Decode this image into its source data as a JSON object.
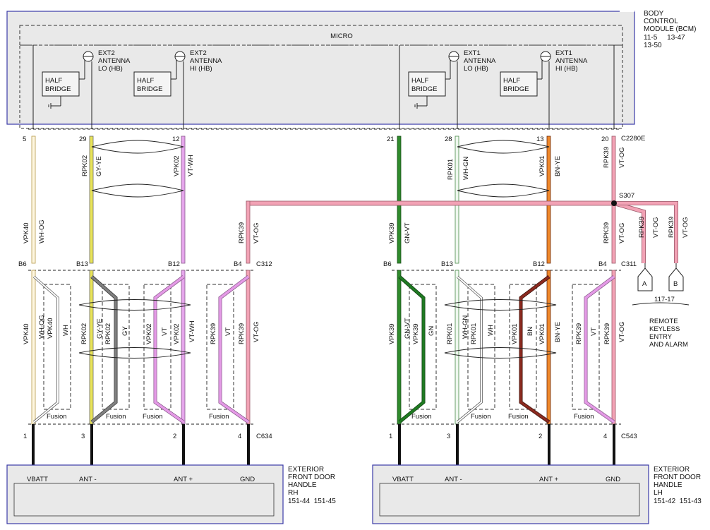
{
  "bcm": {
    "title_lines": [
      "BODY",
      "CONTROL",
      "MODULE (BCM)"
    ],
    "refs_line1": "11-5     13-47",
    "refs_line2": "13-50",
    "micro_label": "MICRO",
    "half_bridge_lines": [
      "HALF",
      "BRIDGE"
    ],
    "antennas": [
      {
        "lines": [
          "EXT2",
          "ANTENNA",
          "LO (HB)"
        ]
      },
      {
        "lines": [
          "EXT2",
          "ANTENNA",
          "HI (HB)"
        ]
      },
      {
        "lines": [
          "EXT1",
          "ANTENNA",
          "LO (HB)"
        ]
      },
      {
        "lines": [
          "EXT1",
          "ANTENNA",
          "HI (HB)"
        ]
      }
    ],
    "connector": "C2280E"
  },
  "pins_top": [
    "5",
    "29",
    "12",
    "21",
    "28",
    "13",
    "20"
  ],
  "wires_upper": [
    {
      "circuit": "VPK40",
      "color": "WH-OG"
    },
    {
      "circuit": "RPK02",
      "color": "GY-YE"
    },
    {
      "circuit": "VPK02",
      "color": "VT-WH"
    },
    {
      "circuit": "VPK39",
      "color": "GN-VT"
    },
    {
      "circuit": "RPK01",
      "color": "WH-GN"
    },
    {
      "circuit": "VPK01",
      "color": "BN-YE"
    },
    {
      "circuit": "RPK39",
      "color": "VT-OG"
    }
  ],
  "splice": {
    "name": "S307",
    "left_wire": {
      "circuit": "RPK39",
      "color": "VT-OG"
    },
    "below_wire": {
      "circuit": "RPK39",
      "color": "VT-OG"
    },
    "branch_a": {
      "circuit": "RPK39",
      "color": "VT-OG"
    },
    "branch_b": {
      "circuit": "RPK39",
      "color": "VT-OG"
    }
  },
  "remote_keyless": {
    "terminals": [
      "A",
      "B"
    ],
    "ref": "117-17",
    "lines": [
      "REMOTE",
      "KEYLESS",
      "ENTRY",
      "AND ALARM"
    ]
  },
  "connectors_mid": {
    "right_side": {
      "name": "C312",
      "pins": [
        "B6",
        "B13",
        "B12",
        "B4"
      ]
    },
    "left_side": {
      "name": "C311",
      "pins": [
        "B6",
        "B13",
        "B12",
        "B4"
      ]
    }
  },
  "fusion_groups": {
    "right_side": [
      {
        "outer": {
          "circuit": "VPK40",
          "color": "WH-OG"
        },
        "inner": {
          "circuit": "VPK40",
          "color": "WH"
        },
        "label": "Fusion"
      },
      {
        "outer": {
          "circuit": "RPK02",
          "color": "GY-YE"
        },
        "inner": {
          "circuit": "RPK02",
          "color": "GY"
        },
        "label": "Fusion"
      },
      {
        "outer": {
          "circuit": "VPK02",
          "color": "VT-WH"
        },
        "inner": {
          "circuit": "VPK02",
          "color": "VT"
        },
        "label": "Fusion"
      },
      {
        "outer": {
          "circuit": "RPK39",
          "color": "VT-OG"
        },
        "inner": {
          "circuit": "RPK39",
          "color": "VT"
        },
        "label": "Fusion"
      }
    ],
    "left_side": [
      {
        "outer": {
          "circuit": "VPK39",
          "color": "GN-VT"
        },
        "inner": {
          "circuit": "VPK39",
          "color": "GN"
        },
        "label": "Fusion"
      },
      {
        "outer": {
          "circuit": "RPK01",
          "color": "WH-GN"
        },
        "inner": {
          "circuit": "RPK01",
          "color": "WH"
        },
        "label": "Fusion"
      },
      {
        "outer": {
          "circuit": "VPK01",
          "color": "BN-YE"
        },
        "inner": {
          "circuit": "VPK01",
          "color": "BN"
        },
        "label": "Fusion"
      },
      {
        "outer": {
          "circuit": "RPK39",
          "color": "VT-OG"
        },
        "inner": {
          "circuit": "RPK39",
          "color": "VT"
        },
        "label": "Fusion"
      }
    ]
  },
  "door_handles": {
    "right": {
      "connector": "C634",
      "pins": [
        "1",
        "3",
        "2",
        "4"
      ],
      "terminals": [
        "VBATT",
        "ANT -",
        "ANT +",
        "GND"
      ],
      "title_lines": [
        "EXTERIOR",
        "FRONT DOOR",
        "HANDLE",
        "RH"
      ],
      "refs": "151-44  151-45"
    },
    "left": {
      "connector": "C543",
      "pins": [
        "1",
        "3",
        "2",
        "4"
      ],
      "terminals": [
        "VBATT",
        "ANT -",
        "ANT +",
        "GND"
      ],
      "title_lines": [
        "EXTERIOR",
        "FRONT DOOR",
        "HANDLE",
        "LH"
      ],
      "refs": "151-42  151-43"
    }
  },
  "wire_colors": {
    "WH": "#ffffff",
    "OG": "#f39a3a",
    "GY": "#7a7a7a",
    "YE": "#e6e24a",
    "VT": "#e49ae6",
    "GN": "#1f7a22",
    "BN": "#8b2a20",
    "pink": "#f2a2b5"
  }
}
